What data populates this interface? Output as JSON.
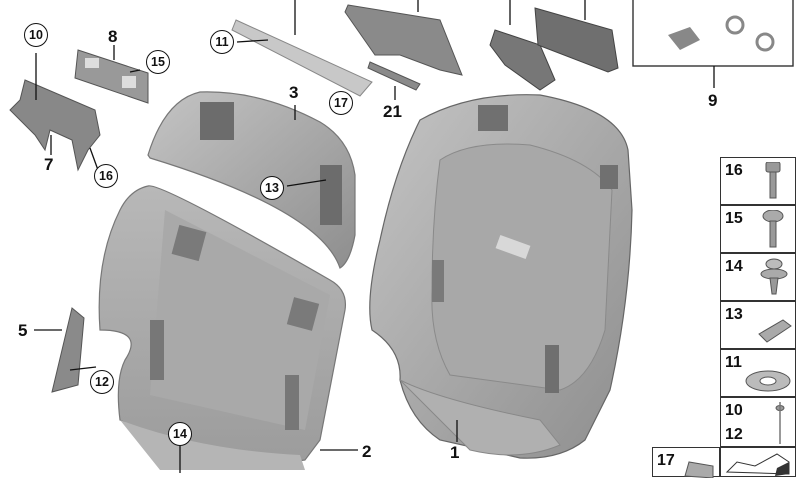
{
  "diagram": {
    "type": "exploded-parts-diagram",
    "subject": "Seat backrest rear panel assembly",
    "callouts_plain": [
      {
        "id": "1",
        "label": "1"
      },
      {
        "id": "2",
        "label": "2"
      },
      {
        "id": "3",
        "label": "3"
      },
      {
        "id": "5",
        "label": "5"
      },
      {
        "id": "7",
        "label": "7"
      },
      {
        "id": "8",
        "label": "8"
      },
      {
        "id": "9",
        "label": "9"
      },
      {
        "id": "21",
        "label": "21"
      }
    ],
    "callouts_circled": [
      {
        "id": "10",
        "label": "10"
      },
      {
        "id": "11",
        "label": "11"
      },
      {
        "id": "12",
        "label": "12"
      },
      {
        "id": "13",
        "label": "13"
      },
      {
        "id": "14",
        "label": "14"
      },
      {
        "id": "15",
        "label": "15"
      },
      {
        "id": "16",
        "label": "16"
      },
      {
        "id": "17",
        "label": "17"
      }
    ],
    "legend": [
      {
        "numbers": [
          "16"
        ],
        "part": "hex-socket-bolt"
      },
      {
        "numbers": [
          "15"
        ],
        "part": "torx-pan-head-screw"
      },
      {
        "numbers": [
          "14"
        ],
        "part": "expanding-rivet-clip"
      },
      {
        "numbers": [
          "13"
        ],
        "part": "spring-clip-nut"
      },
      {
        "numbers": [
          "11"
        ],
        "part": "star-lock-washer"
      },
      {
        "numbers": [
          "10",
          "12"
        ],
        "part": "blind-rivet"
      },
      {
        "numbers": [
          "17"
        ],
        "part": "clip"
      }
    ],
    "colors": {
      "part_fill": "#9a9a9a",
      "part_dark": "#6a6a6a",
      "part_light": "#bdbdbd",
      "line": "#111111",
      "background": "#ffffff"
    }
  }
}
